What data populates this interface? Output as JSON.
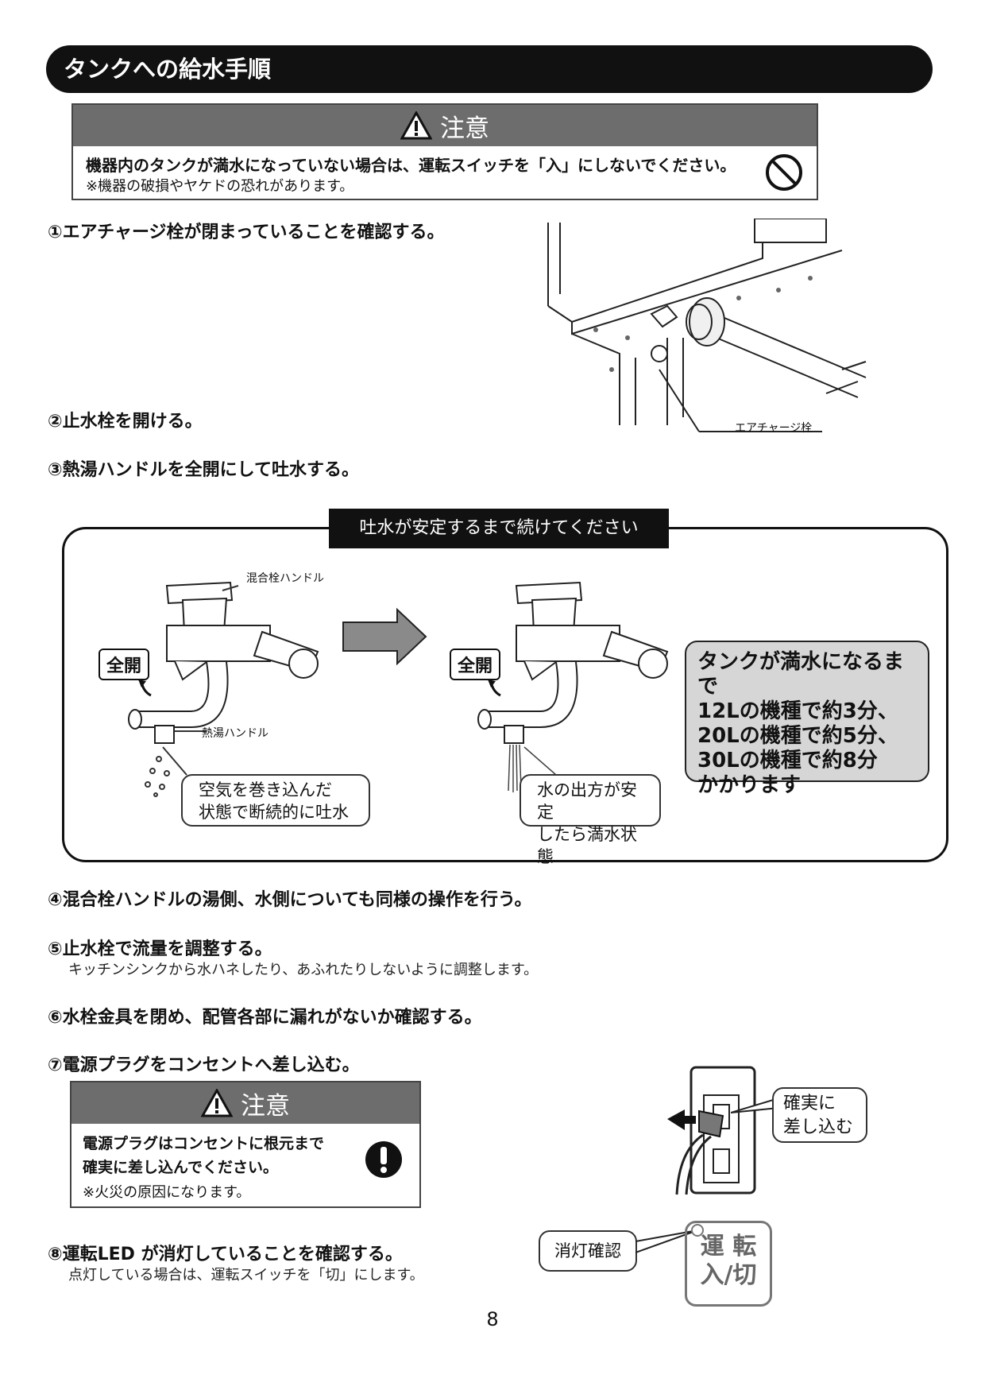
{
  "section": {
    "title": "タンクへの給水手順"
  },
  "caution_top": {
    "heading": "注意",
    "line1": "機器内のタンクが満水になっていない場合は、運転スイッチを「入」にしないでください。",
    "line2": "※機器の破損やヤケドの恐れがあります。"
  },
  "steps": {
    "s1": "①エアチャージ栓が閉まっていることを確認する。",
    "s2": "②止水栓を開ける。",
    "s3": "③熱湯ハンドルを全開にして吐水する。",
    "s4": "④混合栓ハンドルの湯側、水側についても同様の操作を行う。",
    "s5": "⑤止水栓で流量を調整する。",
    "s5_note": "キッチンシンクから水ハネしたり、あふれたりしないように調整します。",
    "s6": "⑥水栓金具を閉め、配管各部に漏れがないか確認する。",
    "s7": "⑦電源プラグをコンセントへ差し込む。",
    "s8": "⑧運転LED が消灯していることを確認する。",
    "s8_note": "点灯している場合は、運転スイッチを「切」にします。"
  },
  "figure_air": {
    "label": "エアチャージ栓"
  },
  "flow_box": {
    "title": "吐水が安定するまで続けてください",
    "mixer_handle_label": "混合栓ハンドル",
    "hot_handle_label": "熱湯ハンドル",
    "full_open_left": "全開",
    "full_open_right": "全開",
    "callout_left_1": "空気を巻き込んだ",
    "callout_left_2": "状態で断続的に吐水",
    "callout_right_1": "水の出方が安定",
    "callout_right_2": "したら満水状態",
    "info_1": "タンクが満水になるまで",
    "info_2": "12Lの機種で約3分、",
    "info_3": "20Lの機種で約5分、",
    "info_4": "30Lの機種で約8分",
    "info_5": "かかります"
  },
  "caution_plug": {
    "heading": "注意",
    "line1": "電源プラグはコンセントに根元まで",
    "line2": "確実に差し込んでください。",
    "line3": "※火災の原因になります。"
  },
  "plug_callout": {
    "line1": "確実に",
    "line2": "差し込む"
  },
  "led_figure": {
    "callout": "消灯確認",
    "switch_line1": "運 転",
    "switch_line2": "入/切"
  },
  "page_number": "8",
  "colors": {
    "header_bg": "#111111",
    "caution_bar": "#6d6d6d",
    "info_bg": "#d6d6d6"
  }
}
